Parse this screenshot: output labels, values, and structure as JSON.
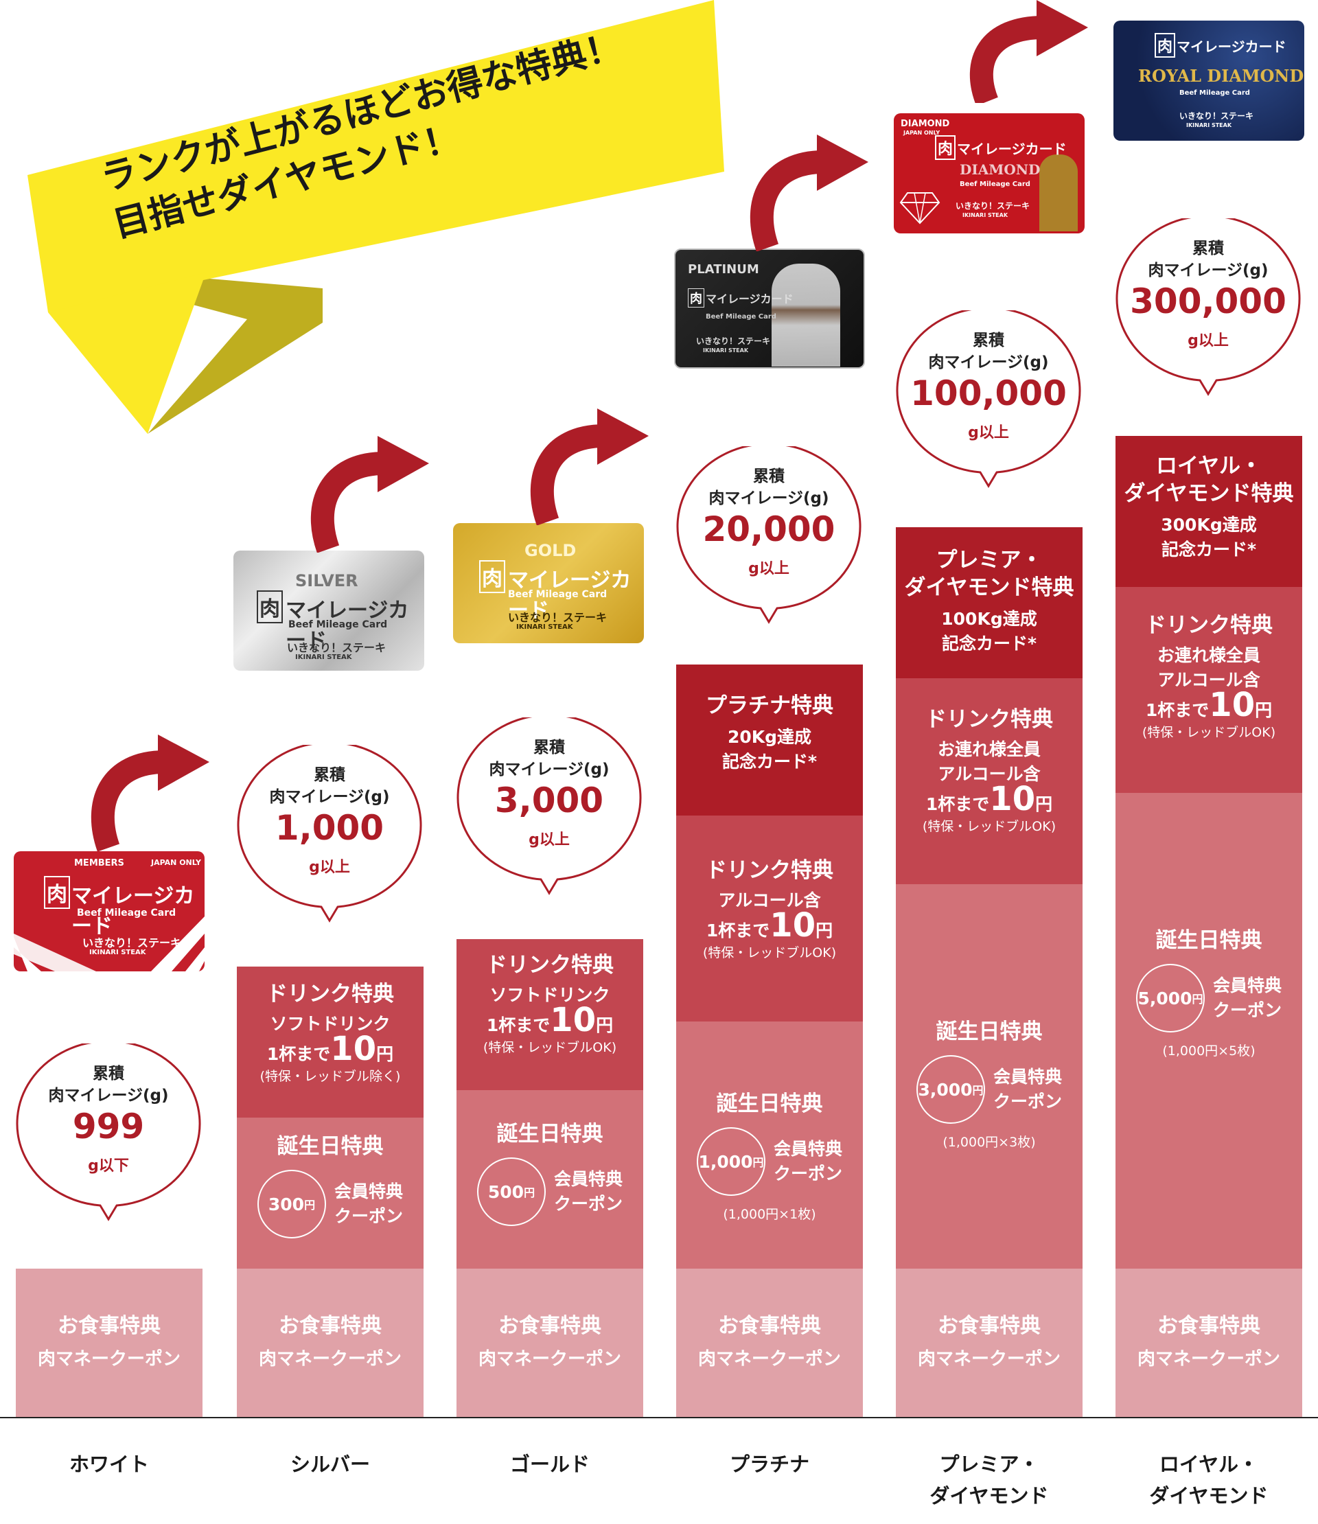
{
  "banner": {
    "line1": "ランクが上がるほどお得な特典！",
    "line2": "目指せダイヤモンド！"
  },
  "colors": {
    "deep_red": "#ad1d27",
    "drink_red": "#c24650",
    "bday_red": "#d27178",
    "meal_pink": "#e0a2a8",
    "banner_yellow": "#fbe925"
  },
  "bubble_common": {
    "line1": "累積",
    "line2": "肉マイレージ(g)"
  },
  "tiers": [
    {
      "name": "ホワイト",
      "threshold": "999",
      "unit": "g以下",
      "card": {
        "top": "MEMBERS",
        "top_right": "JAPAN ONLY",
        "logo": "肉",
        "title": "マイレージカード",
        "sub": "Beef Mileage Card",
        "brand": "いきなり！ステーキ",
        "brand_en": "IKINARI STEAK"
      },
      "meal": {
        "title": "お食事特典",
        "sub": "肉マネークーポン"
      }
    },
    {
      "name": "シルバー",
      "threshold": "1,000",
      "unit": "g以上",
      "card": {
        "top": "SILVER",
        "logo": "肉",
        "title": "マイレージカード",
        "sub": "Beef Mileage Card",
        "brand": "いきなり！ステーキ",
        "brand_en": "IKINARI STEAK"
      },
      "drink": {
        "title": "ドリンク特典",
        "l1": "ソフトドリンク",
        "l2a": "1杯まで",
        "l2b": "10",
        "l2c": "円",
        "note": "(特保・レッドブル除く)"
      },
      "bday": {
        "title": "誕生日特典",
        "amount": "300",
        "yen": "円",
        "coupon1": "会員特典",
        "coupon2": "クーポン"
      },
      "meal": {
        "title": "お食事特典",
        "sub": "肉マネークーポン"
      }
    },
    {
      "name": "ゴールド",
      "threshold": "3,000",
      "unit": "g以上",
      "card": {
        "top": "GOLD",
        "logo": "肉",
        "title": "マイレージカード",
        "sub": "Beef Mileage Card",
        "brand": "いきなり！ステーキ",
        "brand_en": "IKINARI STEAK"
      },
      "drink": {
        "title": "ドリンク特典",
        "l1": "ソフトドリンク",
        "l2a": "1杯まで",
        "l2b": "10",
        "l2c": "円",
        "note": "(特保・レッドブルOK)"
      },
      "bday": {
        "title": "誕生日特典",
        "amount": "500",
        "yen": "円",
        "coupon1": "会員特典",
        "coupon2": "クーポン"
      },
      "meal": {
        "title": "お食事特典",
        "sub": "肉マネークーポン"
      }
    },
    {
      "name": "プラチナ",
      "threshold": "20,000",
      "unit": "g以上",
      "card": {
        "top": "PLATINUM",
        "logo": "肉",
        "title": "マイレージカード",
        "sub": "Beef Mileage Card",
        "brand": "いきなり！ステーキ",
        "brand_en": "IKINARI STEAK"
      },
      "special": {
        "title": "プラチナ特典",
        "l1": "20Kg達成",
        "l2": "記念カード*"
      },
      "drink": {
        "title": "ドリンク特典",
        "l1": "アルコール含",
        "l2a": "1杯まで",
        "l2b": "10",
        "l2c": "円",
        "note": "(特保・レッドブルOK)"
      },
      "bday": {
        "title": "誕生日特典",
        "amount": "1,000",
        "yen": "円",
        "coupon1": "会員特典",
        "coupon2": "クーポン",
        "note": "(1,000円×1枚)"
      },
      "meal": {
        "title": "お食事特典",
        "sub": "肉マネークーポン"
      }
    },
    {
      "name": "プレミア・",
      "name2": "ダイヤモンド",
      "threshold": "100,000",
      "unit": "g以上",
      "card": {
        "top": "DIAMOND",
        "top2": "JAPAN ONLY",
        "logo": "肉",
        "title": "マイレージカード",
        "main": "DIAMOND",
        "sub": "Beef Mileage Card",
        "brand": "いきなり！ステーキ",
        "brand_en": "IKINARI STEAK"
      },
      "special": {
        "title1": "プレミア・",
        "title2": "ダイヤモンド特典",
        "l1": "100Kg達成",
        "l2": "記念カード*"
      },
      "drink": {
        "title": "ドリンク特典",
        "l1": "お連れ様全員",
        "l1b": "アルコール含",
        "l2a": "1杯まで",
        "l2b": "10",
        "l2c": "円",
        "note": "(特保・レッドブルOK)"
      },
      "bday": {
        "title": "誕生日特典",
        "amount": "3,000",
        "yen": "円",
        "coupon1": "会員特典",
        "coupon2": "クーポン",
        "note": "(1,000円×3枚)"
      },
      "meal": {
        "title": "お食事特典",
        "sub": "肉マネークーポン"
      }
    },
    {
      "name": "ロイヤル・",
      "name2": "ダイヤモンド",
      "threshold": "300,000",
      "unit": "g以上",
      "card": {
        "logo": "肉",
        "title": "マイレージカード",
        "main": "ROYAL DIAMOND",
        "sub": "Beef Mileage Card",
        "brand": "いきなり！ステーキ",
        "brand_en": "IKINARI STEAK"
      },
      "special": {
        "title1": "ロイヤル・",
        "title2": "ダイヤモンド特典",
        "l1": "300Kg達成",
        "l2": "記念カード*"
      },
      "drink": {
        "title": "ドリンク特典",
        "l1": "お連れ様全員",
        "l1b": "アルコール含",
        "l2a": "1杯まで",
        "l2b": "10",
        "l2c": "円",
        "note": "(特保・レッドブルOK)"
      },
      "bday": {
        "title": "誕生日特典",
        "amount": "5,000",
        "yen": "円",
        "coupon1": "会員特典",
        "coupon2": "クーポン",
        "note": "(1,000円×5枚)"
      },
      "meal": {
        "title": "お食事特典",
        "sub": "肉マネークーポン"
      }
    }
  ]
}
